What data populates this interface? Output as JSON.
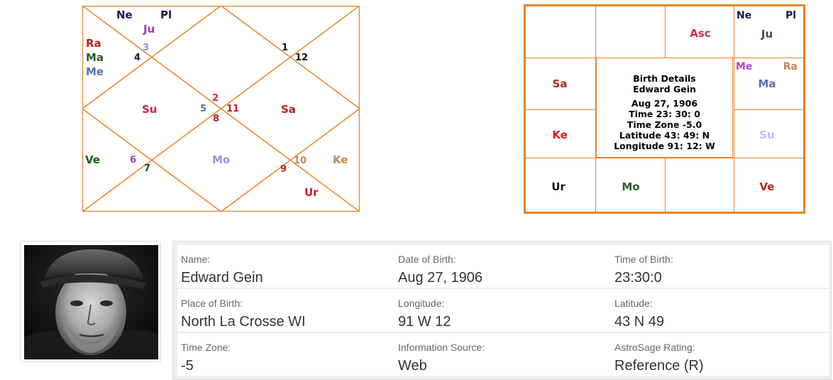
{
  "north_chart": {
    "planets": [
      {
        "key": "ne",
        "text": "Ne",
        "color": "#1a1a4d"
      },
      {
        "key": "pl",
        "text": "Pl",
        "color": "#1a1a4d"
      },
      {
        "key": "ju",
        "text": "Ju",
        "color": "#a23ab8"
      },
      {
        "key": "ra",
        "text": "Ra",
        "color": "#b22222"
      },
      {
        "key": "ma",
        "text": "Ma",
        "color": "#2e5c2e"
      },
      {
        "key": "me",
        "text": "Me",
        "color": "#5b6eb5"
      },
      {
        "key": "su",
        "text": "Su",
        "color": "#c8264a"
      },
      {
        "key": "sa",
        "text": "Sa",
        "color": "#b22222"
      },
      {
        "key": "ve",
        "text": "Ve",
        "color": "#145a14"
      },
      {
        "key": "mo",
        "text": "Mo",
        "color": "#a48be0"
      },
      {
        "key": "ke",
        "text": "Ke",
        "color": "#c08a52"
      },
      {
        "key": "ur",
        "text": "Ur",
        "color": "#cc1a2e"
      }
    ],
    "house_numbers": [
      {
        "key": "h1",
        "text": "1",
        "color": "#111111"
      },
      {
        "key": "h2",
        "text": "2",
        "color": "#cc2244"
      },
      {
        "key": "h3",
        "text": "3",
        "color": "#9a8ee0"
      },
      {
        "key": "h4",
        "text": "4",
        "color": "#111111"
      },
      {
        "key": "h5",
        "text": "5",
        "color": "#5b6eb5"
      },
      {
        "key": "h6",
        "text": "6",
        "color": "#a23ab8"
      },
      {
        "key": "h7",
        "text": "7",
        "color": "#145a14"
      },
      {
        "key": "h8",
        "text": "8",
        "color": "#b22222"
      },
      {
        "key": "h9",
        "text": "9",
        "color": "#b22222"
      },
      {
        "key": "h10",
        "text": "10",
        "color": "#c08a52"
      },
      {
        "key": "h11",
        "text": "11",
        "color": "#cc1a2e"
      },
      {
        "key": "h12",
        "text": "12",
        "color": "#111111"
      }
    ],
    "line_color": "#e4842b"
  },
  "south_chart": {
    "cells": {
      "asc": "Asc",
      "ne": "Ne",
      "pl": "Pl",
      "ju": "Ju",
      "sa": "Sa",
      "me": "Me",
      "ra": "Ra",
      "ma": "Ma",
      "ke": "Ke",
      "su": "Su",
      "ur": "Ur",
      "mo": "Mo",
      "ve": "Ve"
    },
    "center": {
      "title": "Birth Details",
      "name": "Edward Gein",
      "date": "Aug 27, 1906",
      "time": "Time 23: 30: 0",
      "timezone": "Time Zone -5.0",
      "latitude": "Latitude 43: 49: N",
      "longitude": "Longitude 91: 12: W"
    }
  },
  "details": {
    "rows": [
      [
        {
          "label": "Name:",
          "value": "Edward Gein"
        },
        {
          "label": "Date of Birth:",
          "value": "Aug 27, 1906"
        },
        {
          "label": "Time of Birth:",
          "value": "23:30:0"
        }
      ],
      [
        {
          "label": "Place of Birth:",
          "value": "North La Crosse WI"
        },
        {
          "label": "Longitude:",
          "value": "91 W 12"
        },
        {
          "label": "Latitude:",
          "value": "43 N 49"
        }
      ],
      [
        {
          "label": "Time Zone:",
          "value": "-5"
        },
        {
          "label": "Information Source:",
          "value": "Web"
        },
        {
          "label": "AstroSage Rating:",
          "value": "Reference (R)"
        }
      ]
    ]
  }
}
